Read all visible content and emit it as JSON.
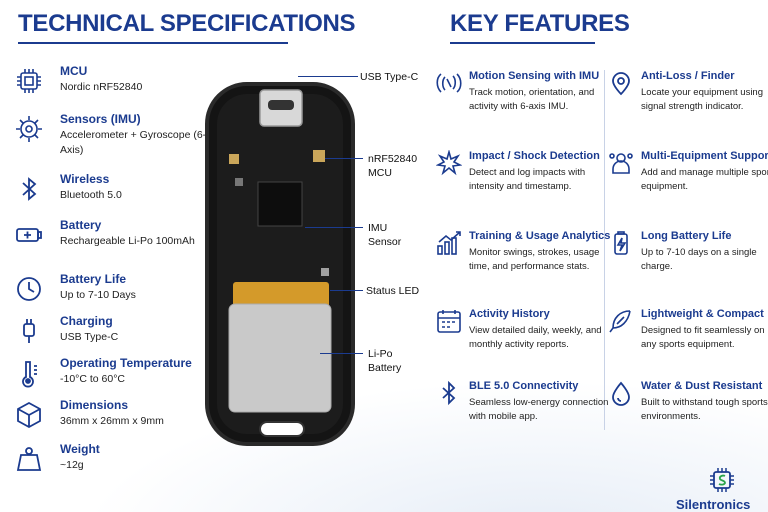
{
  "specs_title": "TECHNICAL SPECIFICATIONS",
  "features_title": "KEY FEATURES",
  "specs": [
    {
      "icon": "chip-icon",
      "label": "MCU",
      "value": "Nordic nRF52840"
    },
    {
      "icon": "sensor-icon",
      "label": "Sensors (IMU)",
      "value": "Accelerometer + Gyroscope (6-Axis)"
    },
    {
      "icon": "bluetooth-icon",
      "label": "Wireless",
      "value": "Bluetooth 5.0"
    },
    {
      "icon": "battery-icon",
      "label": "Battery",
      "value": "Rechargeable Li-Po 100mAh"
    },
    {
      "icon": "clock-icon",
      "label": "Battery Life",
      "value": "Up to 7-10 Days"
    },
    {
      "icon": "plug-icon",
      "label": "Charging",
      "value": "USB Type-C"
    },
    {
      "icon": "thermometer-icon",
      "label": "Operating Temperature",
      "value": "-10°C to 60°C"
    },
    {
      "icon": "cube-icon",
      "label": "Dimensions",
      "value": "36mm x 26mm x 9mm"
    },
    {
      "icon": "weight-icon",
      "label": "Weight",
      "value": "~12g"
    }
  ],
  "callouts": {
    "usb": "USB Type-C",
    "mcu": "nRF52840\nMCU",
    "imu": "IMU\nSensor",
    "led": "Status LED",
    "battery": "Li-Po\nBattery"
  },
  "features": [
    {
      "icon": "motion-icon",
      "label": "Motion Sensing with IMU",
      "value": "Track motion, orientation, and activity with 6-axis IMU."
    },
    {
      "icon": "location-pin-icon",
      "label": "Anti-Loss / Finder",
      "value": "Locate your equipment using signal strength indicator."
    },
    {
      "icon": "impact-icon",
      "label": "Impact / Shock Detection",
      "value": "Detect and log impacts with intensity and timestamp."
    },
    {
      "icon": "users-icon",
      "label": "Multi-Equipment Support",
      "value": "Add and manage multiple sports equipment."
    },
    {
      "icon": "analytics-icon",
      "label": "Training & Usage Analytics",
      "value": "Monitor swings, strokes, usage time, and performance stats."
    },
    {
      "icon": "battery-bolt-icon",
      "label": "Long Battery Life",
      "value": "Up to 7-10 days on a single charge."
    },
    {
      "icon": "calendar-icon",
      "label": "Activity History",
      "value": "View detailed daily, weekly, and monthly activity reports."
    },
    {
      "icon": "feather-icon",
      "label": "Lightweight & Compact",
      "value": "Designed to fit seamlessly on any sports equipment."
    },
    {
      "icon": "bluetooth-icon",
      "label": "BLE 5.0 Connectivity",
      "value": "Seamless low-energy connection with mobile app."
    },
    {
      "icon": "water-drop-icon",
      "label": "Water & Dust Resistant",
      "value": "Built to withstand tough sports environments."
    }
  ],
  "brand": "Silentronics",
  "colors": {
    "accent": "#1b3b8f",
    "device": "#111111",
    "battery": "#c9c9c9",
    "battery_tab": "#d49a2a"
  }
}
